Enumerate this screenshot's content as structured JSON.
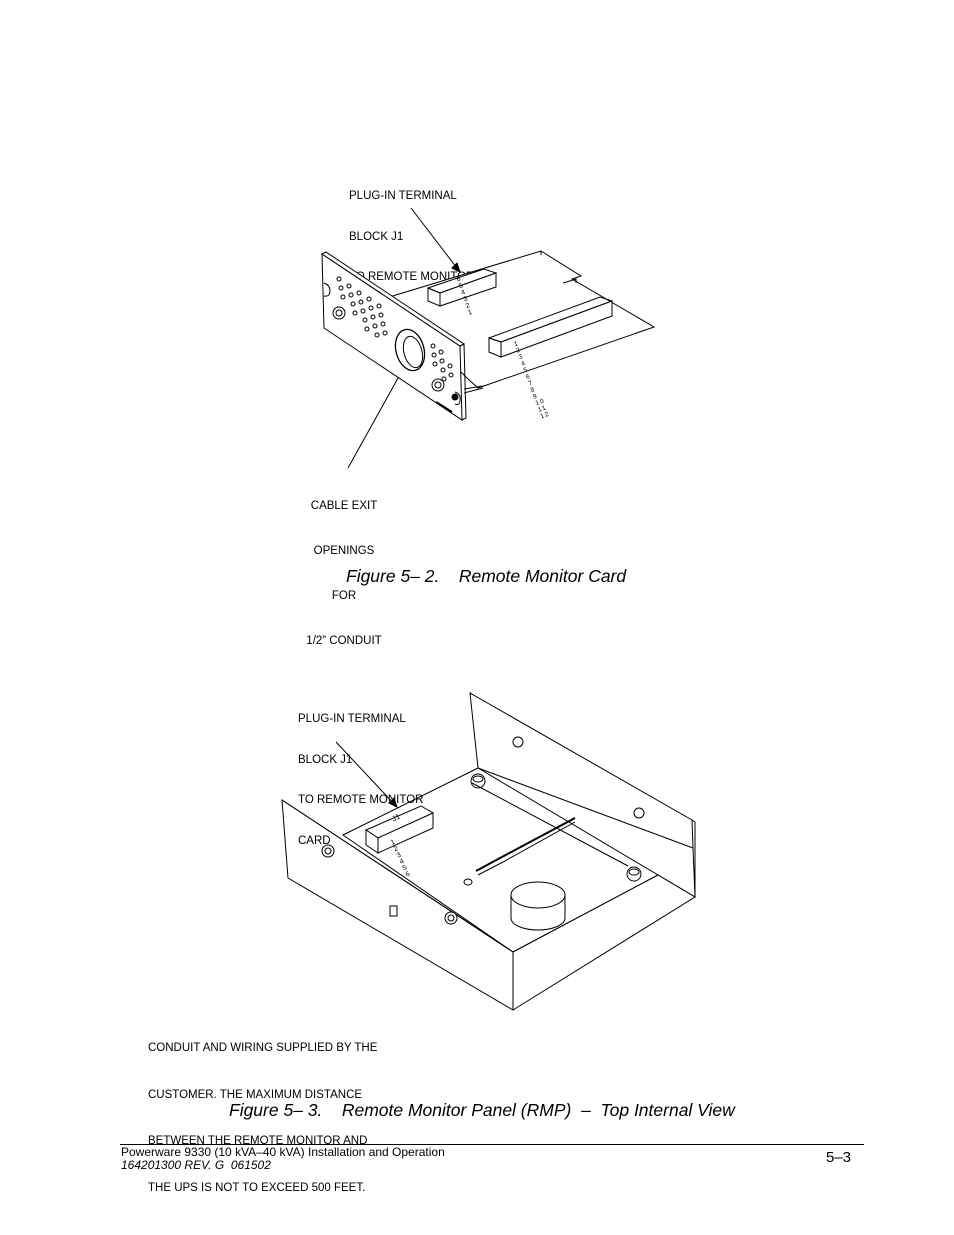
{
  "figure1": {
    "callout_terminal": [
      "PLUG-IN TERMINAL",
      "BLOCK J1",
      "TO REMOTE MONITOR"
    ],
    "callout_exit": [
      "CABLE EXIT",
      "OPENINGS",
      "FOR",
      "1/2” CONDUIT"
    ],
    "j1_pins": [
      "6",
      "5",
      "4",
      "3",
      "2",
      "1"
    ],
    "lower_block_pins": [
      "1",
      "2",
      "3",
      "4",
      "5",
      "6",
      "7",
      "8",
      "9",
      "10",
      "11",
      "12"
    ],
    "caption": "Figure 5– 2.    Remote Monitor Card"
  },
  "figure2": {
    "callout_terminal": [
      "PLUG-IN TERMINAL",
      "BLOCK J1",
      "TO REMOTE MONITOR",
      "CARD"
    ],
    "block_label": "J1",
    "block_pins": [
      "1",
      "2",
      "3",
      "4",
      "5",
      "6"
    ],
    "note": [
      "CONDUIT AND WIRING SUPPLIED BY THE",
      "CUSTOMER. THE MAXIMUM DISTANCE",
      "BETWEEN THE REMOTE MONITOR AND",
      "THE UPS IS NOT TO EXCEED 500 FEET."
    ],
    "caption": "Figure 5– 3.    Remote Monitor Panel (RMP)  –  Top Internal View"
  },
  "footer": {
    "title": "Powerware 9330 (10 kVA–40 kVA) Installation and Operation",
    "revision": "164201300 REV. G  061502",
    "page_number": "5–3"
  }
}
